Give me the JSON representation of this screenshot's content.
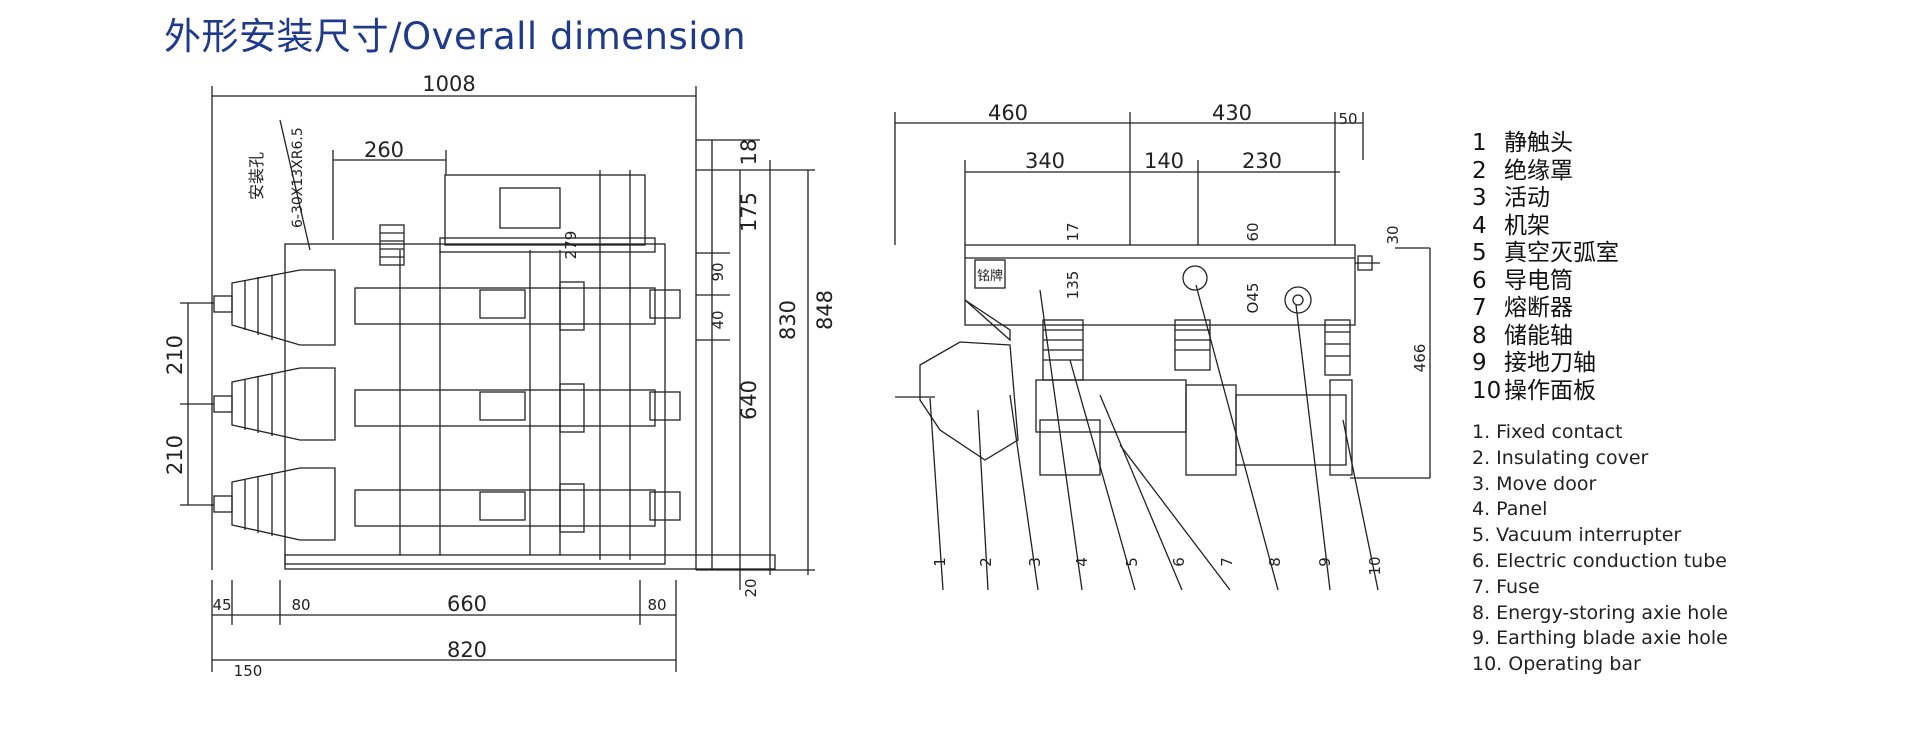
{
  "title": "外形安装尺寸/Overall dimension",
  "front_view": {
    "dims": {
      "total_width": "1008",
      "d260": "260",
      "d18": "18",
      "d175": "175",
      "d279": "279",
      "d90": "90",
      "d40": "40",
      "d830": "830",
      "d848": "848",
      "d640": "640",
      "d20": "20",
      "d210a": "210",
      "d210b": "210",
      "d45": "45",
      "d80a": "80",
      "d660": "660",
      "d80b": "80",
      "d820": "820",
      "d150": "150"
    },
    "mount_hole_label": "安装孔",
    "mount_hole_spec": "6-30X13XR6.5"
  },
  "side_view": {
    "dims": {
      "d460": "460",
      "d430": "430",
      "d50": "50",
      "d340": "340",
      "d140": "140",
      "d230": "230",
      "d17": "17",
      "d60": "60",
      "d30": "30",
      "d135": "135",
      "d45": "O45",
      "d466": "466"
    },
    "nameplate": "铭牌",
    "callouts": [
      "1",
      "2",
      "3",
      "4",
      "5",
      "6",
      "7",
      "8",
      "9",
      "10"
    ]
  },
  "legend_cn": [
    {
      "num": "1",
      "text": "静触头"
    },
    {
      "num": "2",
      "text": "绝缘罩"
    },
    {
      "num": "3",
      "text": "活动"
    },
    {
      "num": "4",
      "text": "机架"
    },
    {
      "num": "5",
      "text": "真空灭弧室"
    },
    {
      "num": "6",
      "text": "导电筒"
    },
    {
      "num": "7",
      "text": "熔断器"
    },
    {
      "num": "8",
      "text": "储能轴"
    },
    {
      "num": "9",
      "text": "接地刀轴"
    },
    {
      "num": "10",
      "text": "操作面板"
    }
  ],
  "legend_en": [
    "1. Fixed contact",
    "2. Insulating cover",
    "3. Move door",
    "4. Panel",
    "5. Vacuum interrupter",
    "6. Electric conduction tube",
    "7. Fuse",
    "8. Energy-storing axie hole",
    "9. Earthing blade axie hole",
    "10. Operating bar"
  ]
}
